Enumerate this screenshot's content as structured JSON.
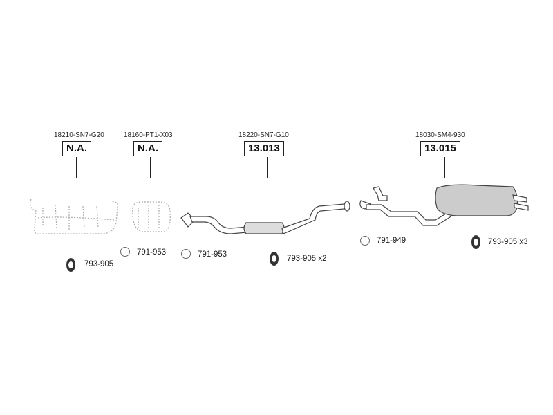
{
  "sections": [
    {
      "oem": "18210-SN7-G20",
      "code": "N.A."
    },
    {
      "oem": "18160-PT1-X03",
      "code": "N.A."
    },
    {
      "oem": "18220-SN7-G10",
      "code": "13.013"
    },
    {
      "oem": "18030-SM4-930",
      "code": "13.015"
    }
  ],
  "parts": [
    {
      "label": "793-905",
      "icon": "rubber-hanger-icon"
    },
    {
      "label": "791-953",
      "icon": "gasket-ring-icon"
    },
    {
      "label": "791-953",
      "icon": "gasket-ring-icon"
    },
    {
      "label": "793-905 x2",
      "icon": "rubber-hanger-icon"
    },
    {
      "label": "791-949",
      "icon": "gasket-ring-icon"
    },
    {
      "label": "793-905 x3",
      "icon": "rubber-hanger-icon"
    }
  ]
}
